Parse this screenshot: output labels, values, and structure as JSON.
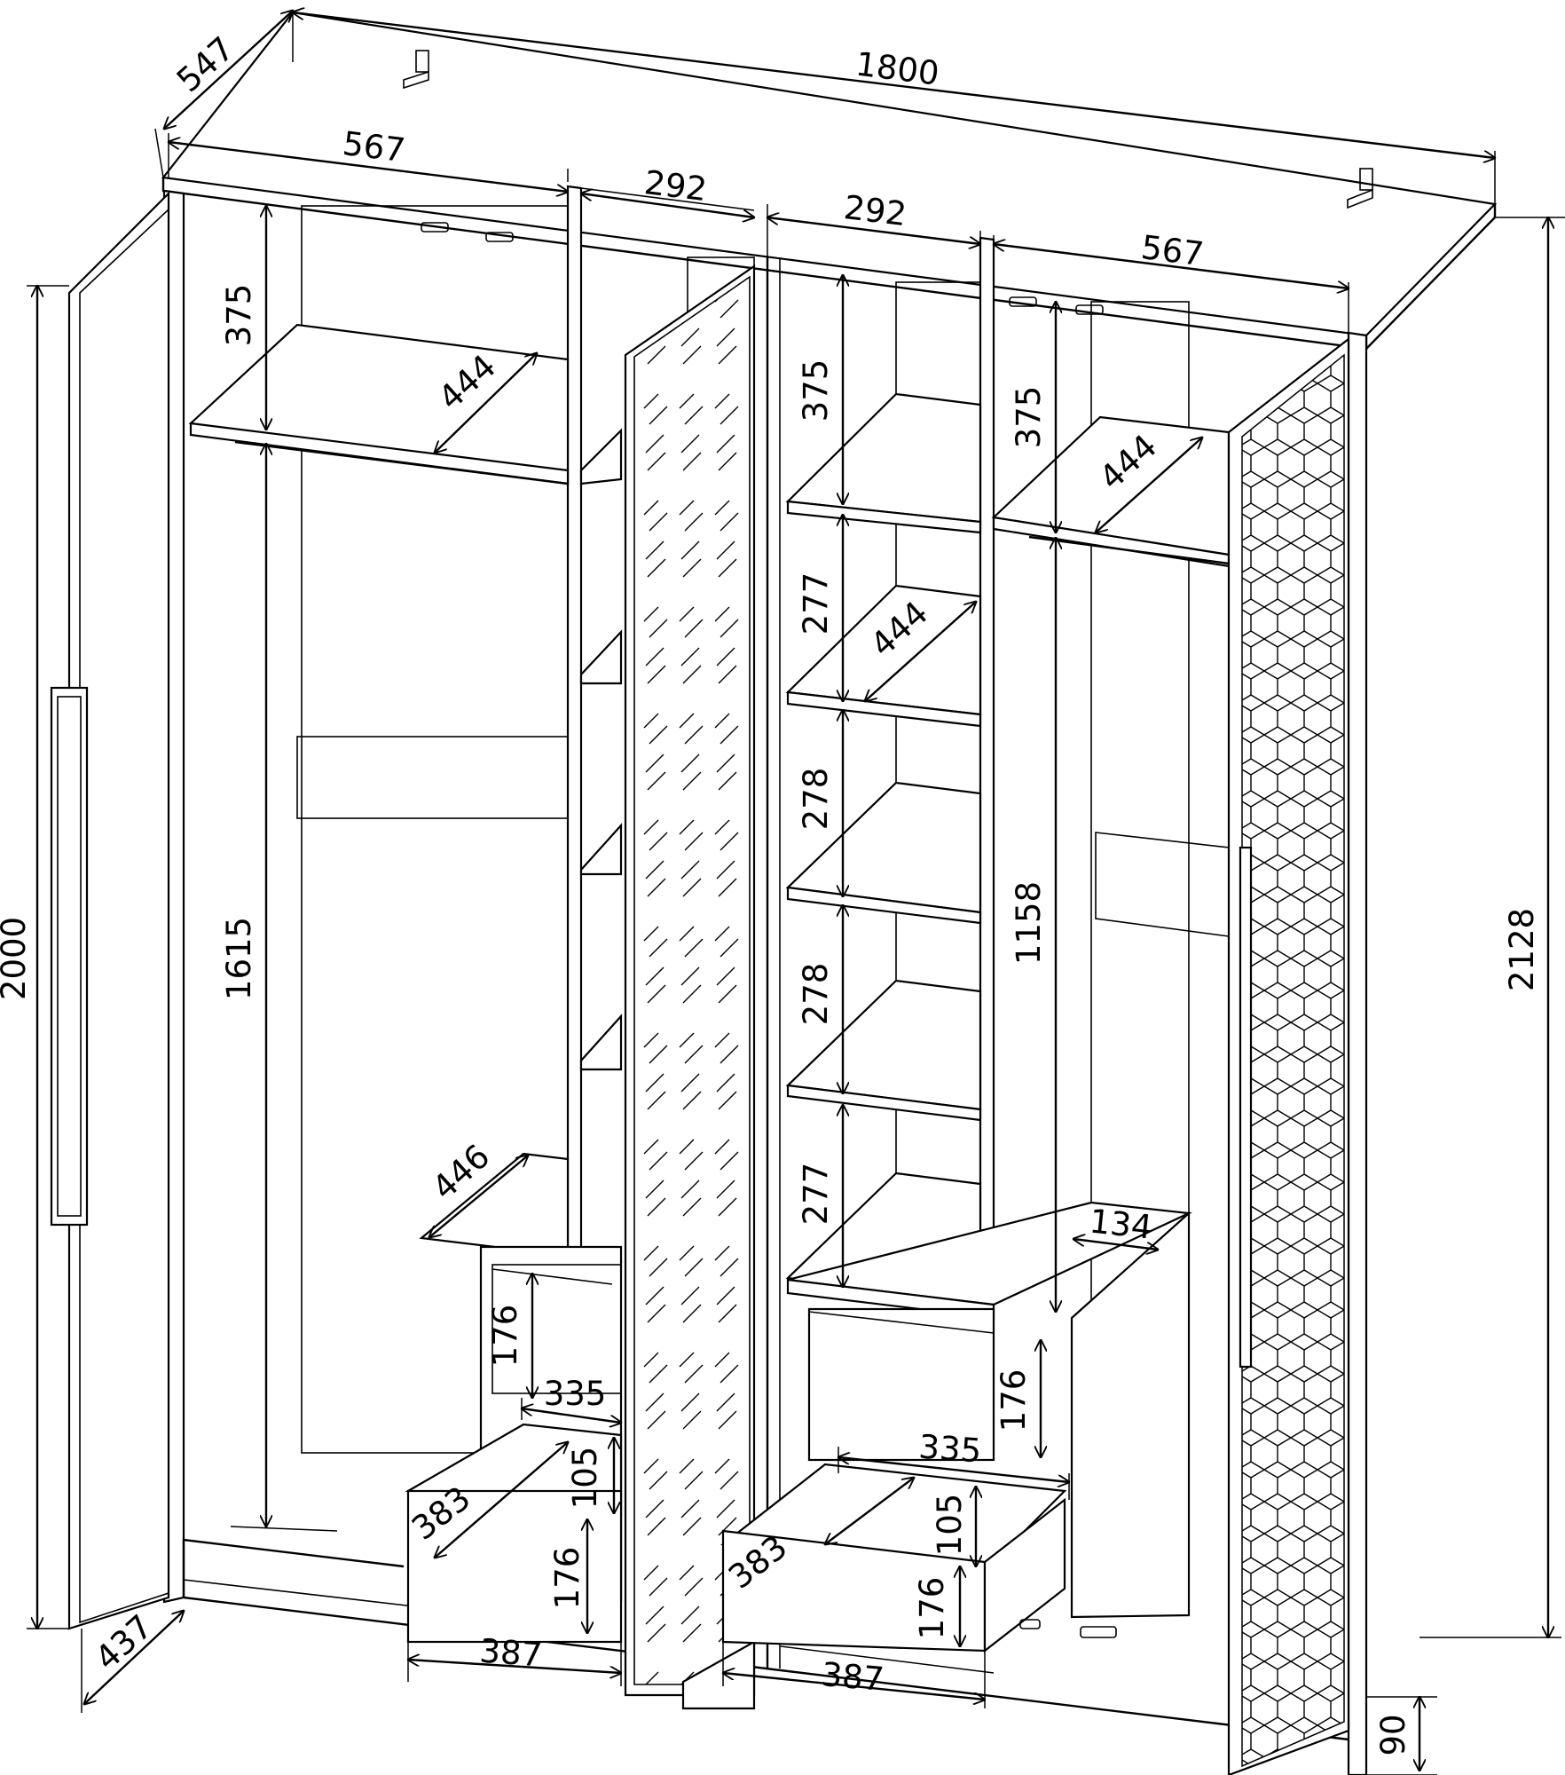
{
  "dimensions": {
    "top_depth": "547",
    "overall_width": "1800",
    "left_section_width": "567",
    "mirror_section_width": "292",
    "shelf_section_width": "292",
    "right_section_width": "567",
    "left_top_gap": "375",
    "left_shelf_depth": "444",
    "left_hanging_height": "1615",
    "left_bench_depth": "446",
    "left_drawer_front_height": "176",
    "left_drawer_inner_width": "335",
    "left_drawer_box_height": "105",
    "left_drawer_box_depth": "383",
    "left_drawer2_front_height": "176",
    "left_drawer_front_width": "387",
    "door_height": "2000",
    "door_width": "437",
    "shelf_gap_1": "375",
    "shelf_gap_2": "277",
    "shelf_depth": "444",
    "shelf_gap_3": "278",
    "shelf_gap_4": "278",
    "shelf_gap_5": "277",
    "center_drawer_front_height": "176",
    "center_drawer_inner_width": "335",
    "center_drawer_box_height": "105",
    "center_drawer_box_depth": "383",
    "center_drawer2_front_height": "176",
    "center_drawer_front_width": "387",
    "right_top_gap": "375",
    "right_shelf_depth": "444",
    "right_hanging_height": "1158",
    "right_cabinet_width": "134",
    "overall_height": "2128",
    "plinth_height": "90"
  }
}
